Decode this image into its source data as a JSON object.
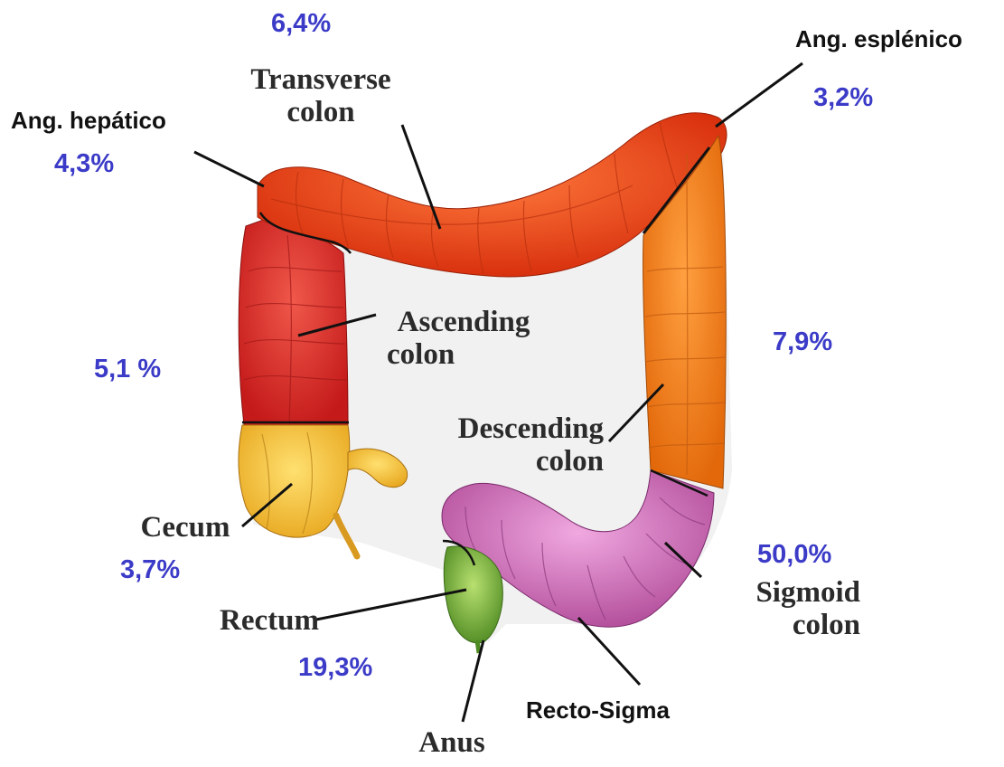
{
  "labels": {
    "transverse": [
      "Transverse",
      "colon"
    ],
    "ascending": [
      "Ascending",
      "colon"
    ],
    "descending": [
      "Descending",
      "colon"
    ],
    "cecum": "Cecum",
    "rectum": "Rectum",
    "sigmoid": [
      "Sigmoid",
      "colon"
    ],
    "anus": "Anus",
    "ang_hepatico": "Ang. hepático",
    "ang_esplenico": "Ang. esplénico",
    "recto_sigma": "Recto-Sigma"
  },
  "percentages": {
    "transverse": "6,4%",
    "ang_esplenico": "3,2%",
    "ang_hepatico": "4,3%",
    "ascending": "5,1 %",
    "descending": "7,9%",
    "cecum": "3,7%",
    "sigmoid": "50,0%",
    "rectum": "19,3%"
  },
  "colors": {
    "percent_text": "#3b3bc8",
    "transverse": "#f04a1e",
    "ascending": "#e02c24",
    "descending": "#f47c18",
    "cecum": "#f5c030",
    "sigmoid": "#d873c0",
    "rectum": "#7cb63a"
  }
}
